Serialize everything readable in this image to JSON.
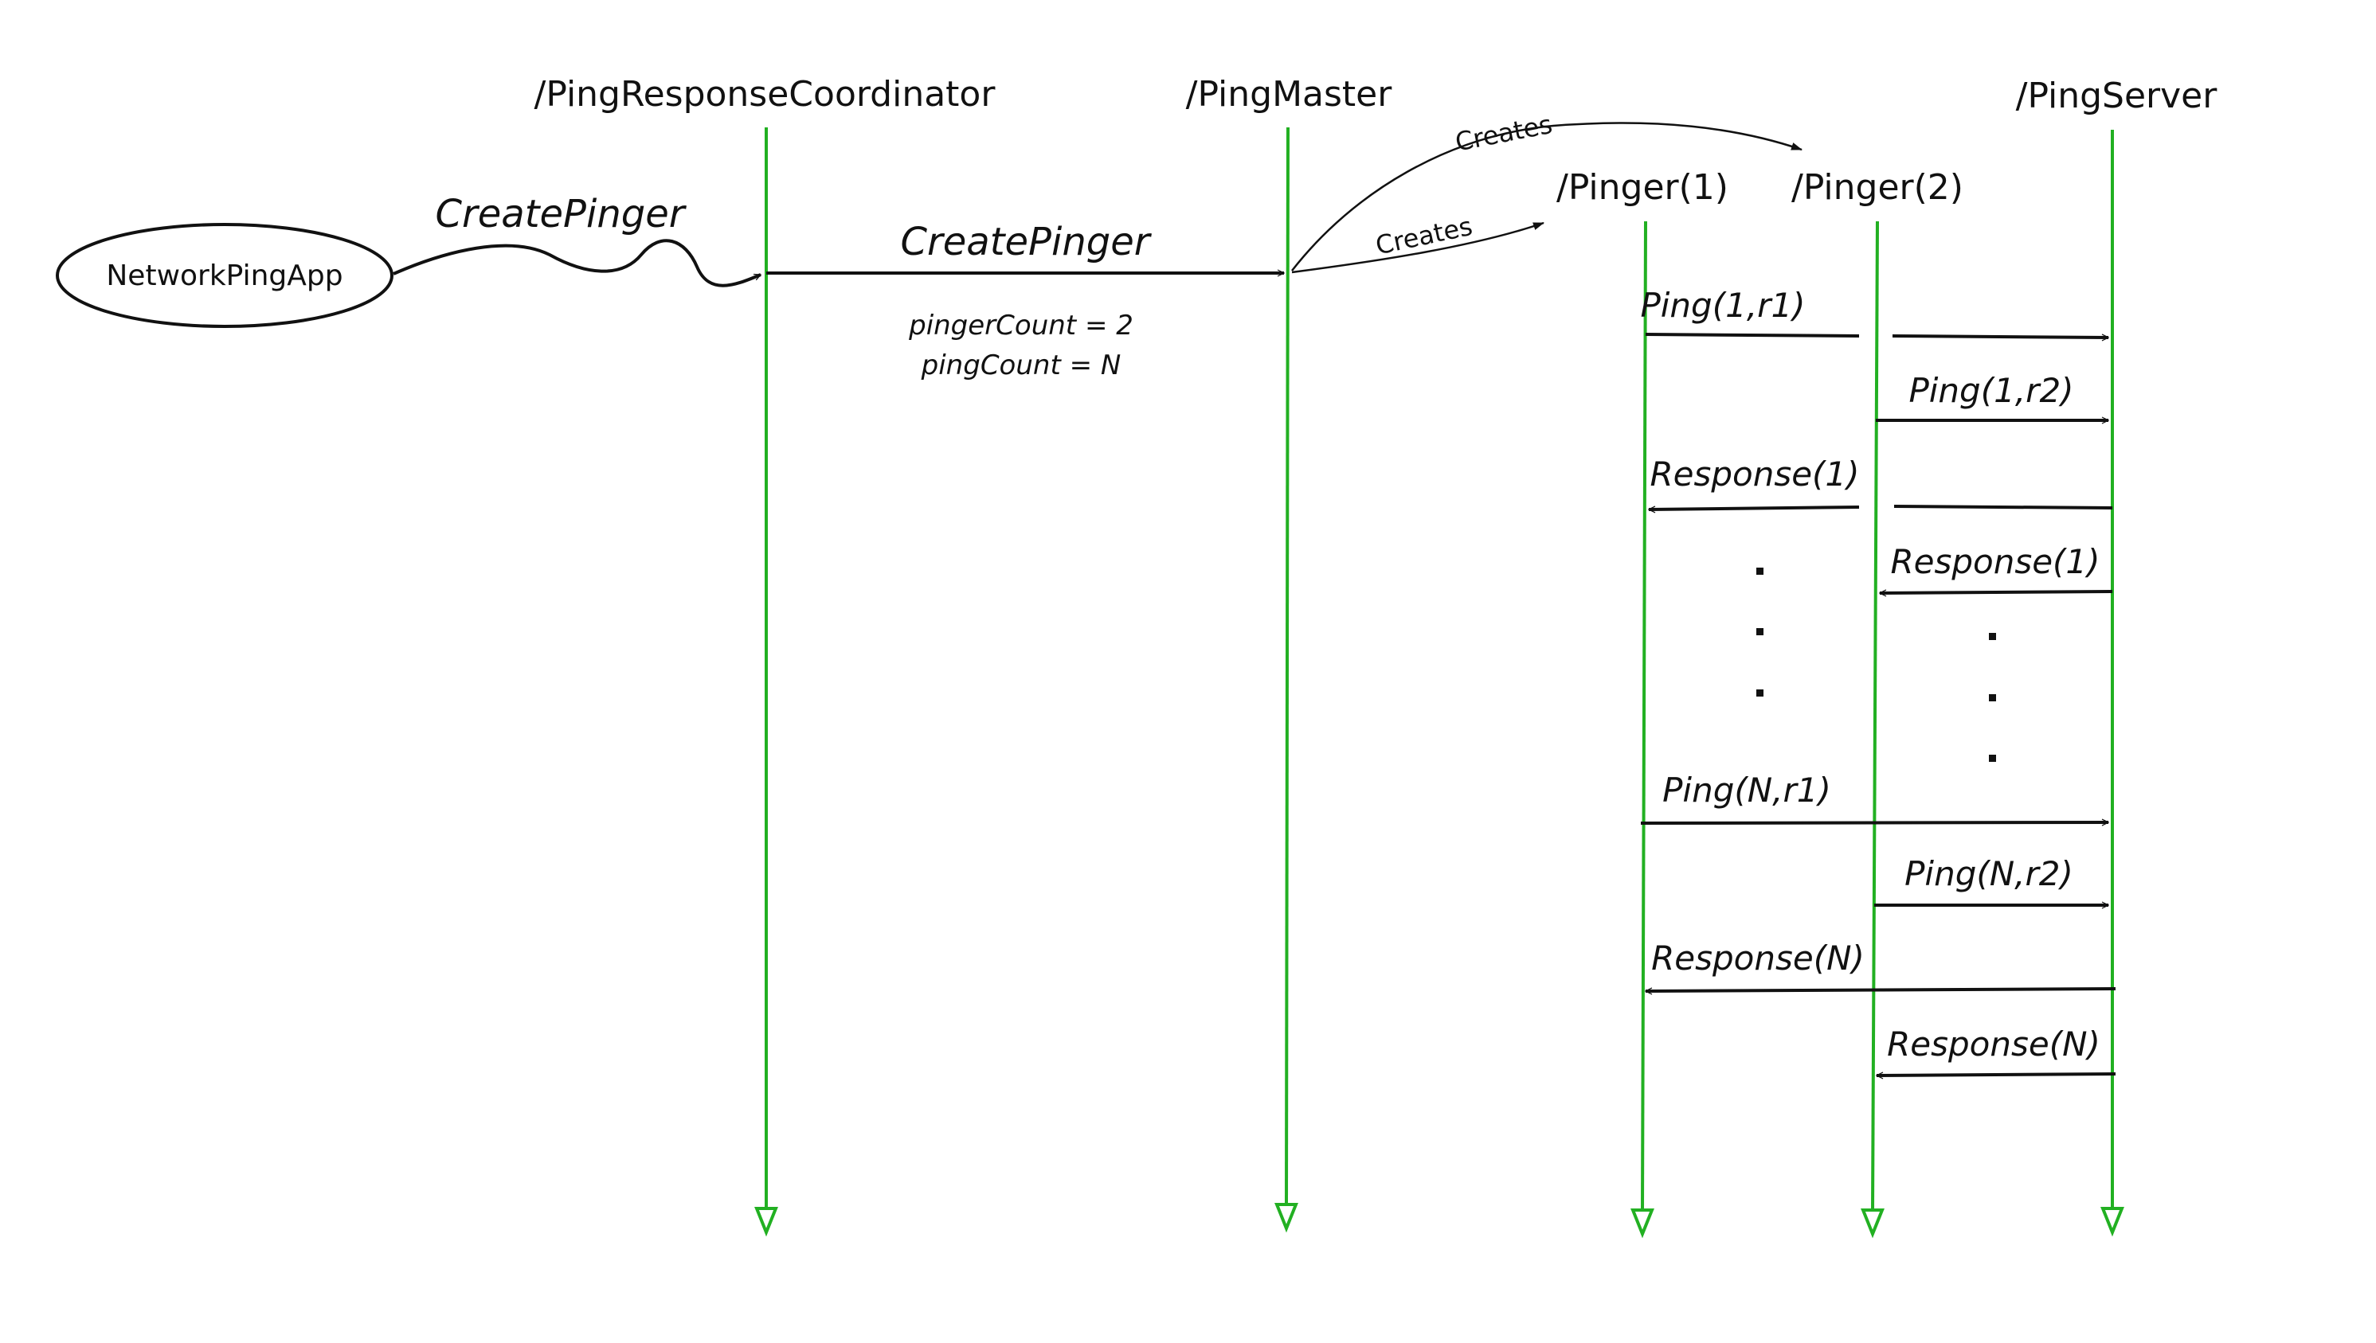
{
  "actor": {
    "label": "NetworkPingApp"
  },
  "lifelines": [
    {
      "id": "coordinator",
      "label": "/PingResponseCoordinator"
    },
    {
      "id": "master",
      "label": "/PingMaster"
    },
    {
      "id": "pinger1",
      "label": "/Pinger(1)"
    },
    {
      "id": "pinger2",
      "label": "/Pinger(2)"
    },
    {
      "id": "server",
      "label": "/PingServer"
    }
  ],
  "create_pinger_1": "CreatePinger",
  "create_pinger_2": "CreatePinger",
  "params": {
    "pinger_count": "pingerCount = 2",
    "ping_count": "pingCount = N"
  },
  "creates_1": "Creates",
  "creates_2": "Creates",
  "messages": [
    {
      "label": "Ping(1,r1)"
    },
    {
      "label": "Ping(1,r2)"
    },
    {
      "label": "Response(1)"
    },
    {
      "label": "Response(1)"
    },
    {
      "label": "Ping(N,r1)"
    },
    {
      "label": "Ping(N,r2)"
    },
    {
      "label": "Response(N)"
    },
    {
      "label": "Response(N)"
    }
  ],
  "colors": {
    "lifeline": "#22b022",
    "arrow": "#111111",
    "background": "#ffffff"
  }
}
